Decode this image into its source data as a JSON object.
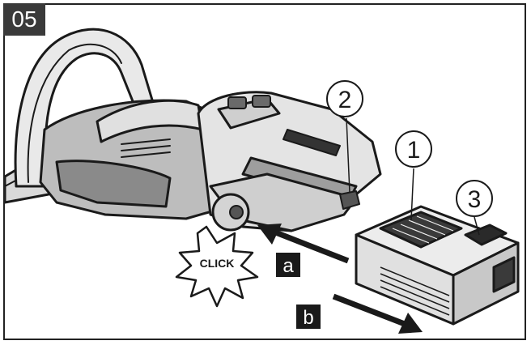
{
  "step_number": "05",
  "callouts": {
    "one": "1",
    "two": "2",
    "three": "3"
  },
  "click_text": "CLICK",
  "direction_labels": {
    "a": "a",
    "b": "b"
  },
  "colors": {
    "line": "#1a1a1a",
    "badge_bg": "#3a3a3a",
    "label_bg": "#1a1a1a",
    "fill_light": "#e6e6e6",
    "fill_mid": "#b5b5b5",
    "fill_dark": "#4a4a4a"
  }
}
